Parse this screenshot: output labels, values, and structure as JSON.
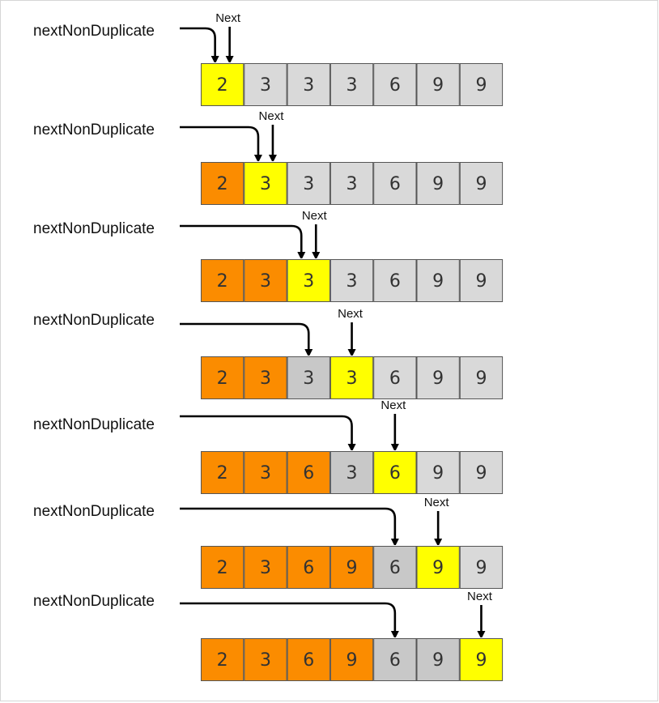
{
  "diagram": {
    "pointer_label": "nextNonDuplicate",
    "next_label": "Next",
    "colors": {
      "processed": "#fb8c00",
      "next": "#ffff00",
      "pointer": "#c8c8c8",
      "untouched": "#d9d9d9",
      "border": "#555555",
      "arrow": "#000000"
    },
    "steps": [
      {
        "values": [
          "2",
          "3",
          "3",
          "3",
          "6",
          "9",
          "9"
        ],
        "states": [
          "next",
          "untouched",
          "untouched",
          "untouched",
          "untouched",
          "untouched",
          "untouched"
        ],
        "pointer_index": 0,
        "next_index": 0
      },
      {
        "values": [
          "2",
          "3",
          "3",
          "3",
          "6",
          "9",
          "9"
        ],
        "states": [
          "processed",
          "next",
          "untouched",
          "untouched",
          "untouched",
          "untouched",
          "untouched"
        ],
        "pointer_index": 1,
        "next_index": 1
      },
      {
        "values": [
          "2",
          "3",
          "3",
          "3",
          "6",
          "9",
          "9"
        ],
        "states": [
          "processed",
          "processed",
          "next",
          "untouched",
          "untouched",
          "untouched",
          "untouched"
        ],
        "pointer_index": 2,
        "next_index": 2
      },
      {
        "values": [
          "2",
          "3",
          "3",
          "3",
          "6",
          "9",
          "9"
        ],
        "states": [
          "processed",
          "processed",
          "pointer",
          "next",
          "untouched",
          "untouched",
          "untouched"
        ],
        "pointer_index": 2,
        "next_index": 3
      },
      {
        "values": [
          "2",
          "3",
          "6",
          "3",
          "6",
          "9",
          "9"
        ],
        "states": [
          "processed",
          "processed",
          "processed",
          "pointer",
          "next",
          "untouched",
          "untouched"
        ],
        "pointer_index": 3,
        "next_index": 4
      },
      {
        "values": [
          "2",
          "3",
          "6",
          "9",
          "6",
          "9",
          "9"
        ],
        "states": [
          "processed",
          "processed",
          "processed",
          "processed",
          "pointer",
          "next",
          "untouched"
        ],
        "pointer_index": 4,
        "next_index": 5
      },
      {
        "values": [
          "2",
          "3",
          "6",
          "9",
          "6",
          "9",
          "9"
        ],
        "states": [
          "processed",
          "processed",
          "processed",
          "processed",
          "pointer",
          "pointer",
          "next"
        ],
        "pointer_index": 4,
        "next_index": 6
      }
    ]
  }
}
